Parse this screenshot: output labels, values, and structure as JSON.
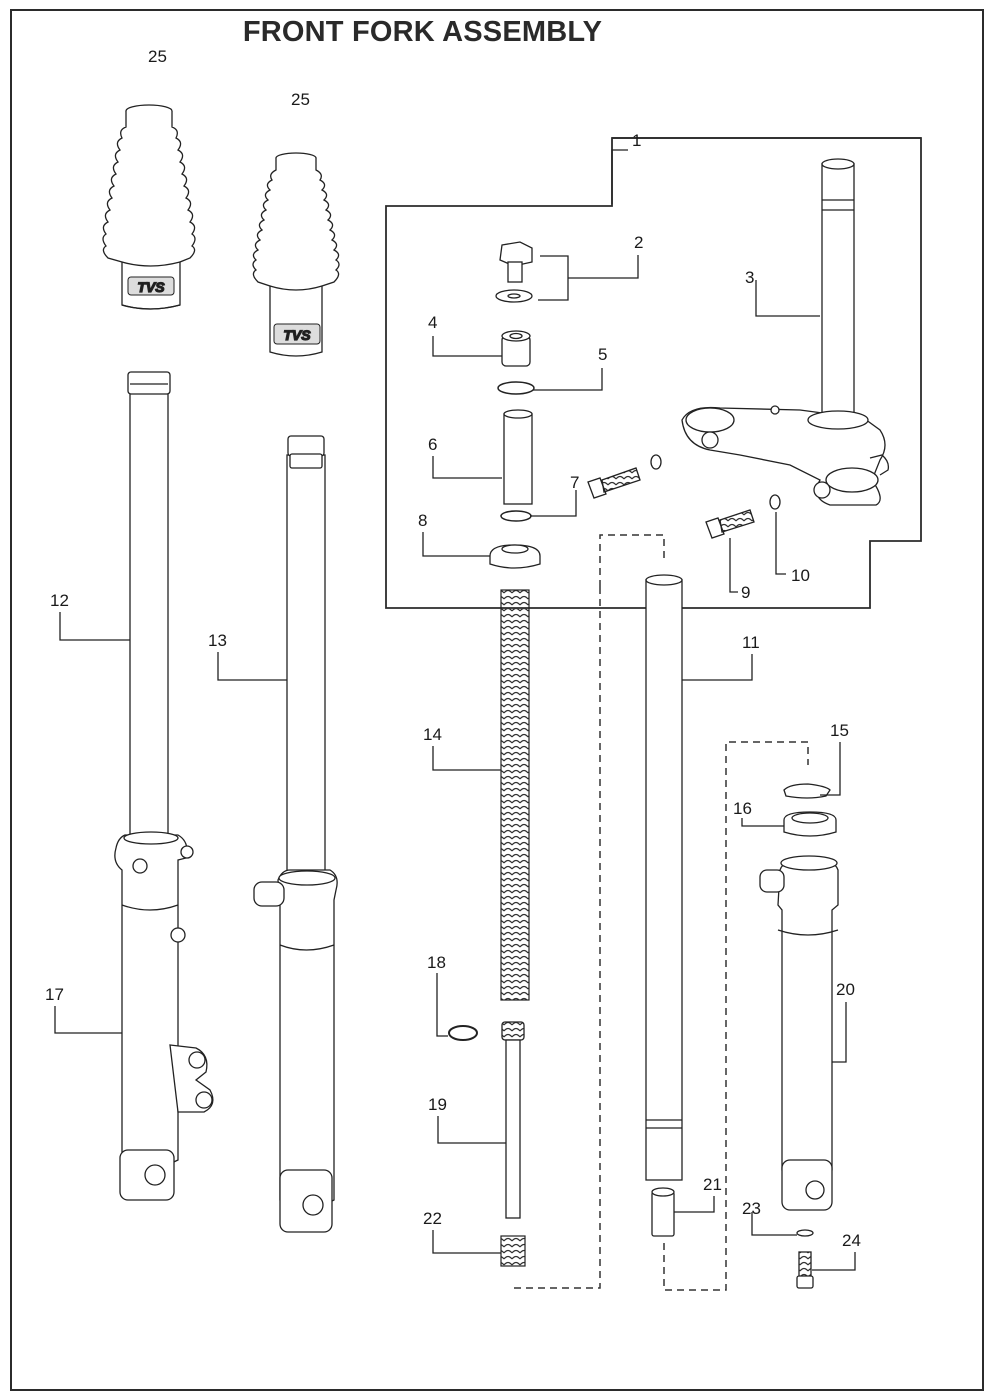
{
  "title": "FRONT FORK ASSEMBLY",
  "colors": {
    "ink": "#222222",
    "frame": "#2b2b2b",
    "part_fill": "#ffffff"
  },
  "callouts": {
    "c1": "1",
    "c2": "2",
    "c3": "3",
    "c4": "4",
    "c5": "5",
    "c6": "6",
    "c7": "7",
    "c8": "8",
    "c9": "9",
    "c10": "10",
    "c11": "11",
    "c12": "12",
    "c13": "13",
    "c14": "14",
    "c15": "15",
    "c16": "16",
    "c17": "17",
    "c18": "18",
    "c19": "19",
    "c20": "20",
    "c21": "21",
    "c22": "22",
    "c23": "23",
    "c24": "24",
    "c25a": "25",
    "c25b": "25"
  },
  "boot_lettering": {
    "left": "TVS",
    "right": "TVS"
  }
}
